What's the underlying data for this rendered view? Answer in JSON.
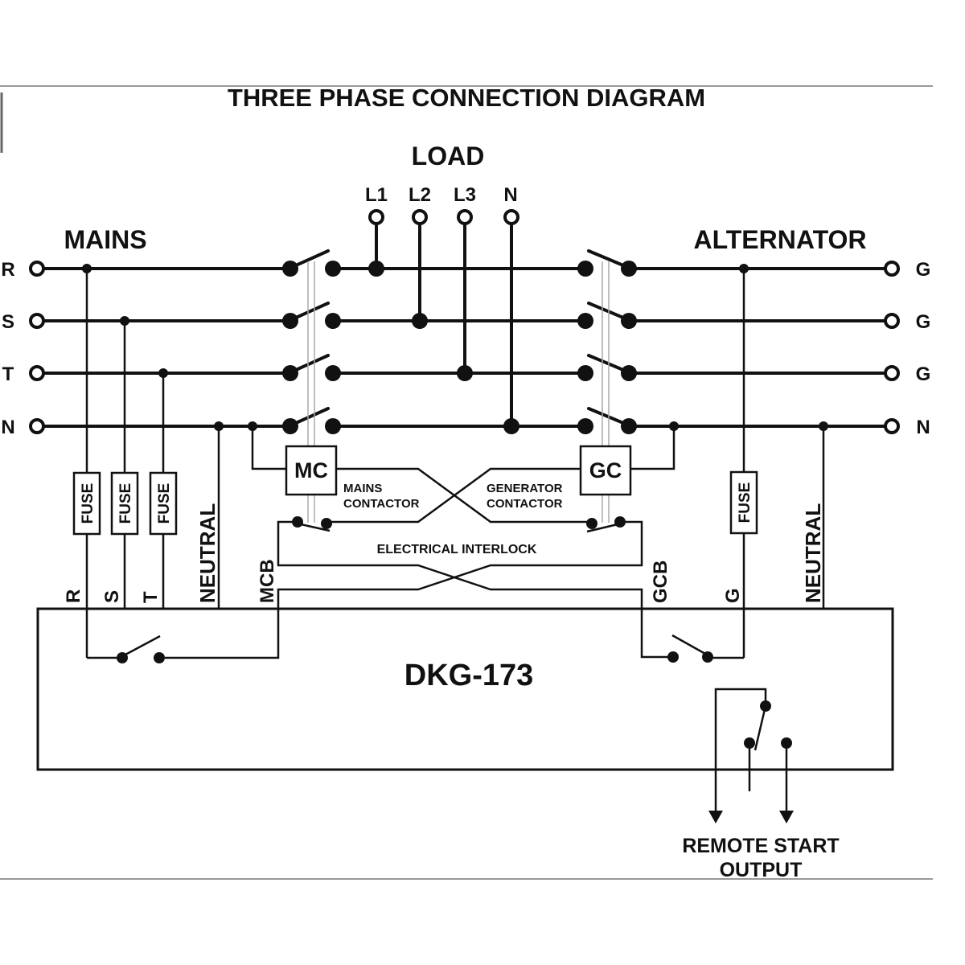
{
  "title": "THREE PHASE CONNECTION DIAGRAM",
  "load": {
    "label": "LOAD",
    "terminals": [
      "L1",
      "L2",
      "L3",
      "N"
    ]
  },
  "mains": {
    "label": "MAINS",
    "lines": [
      "R",
      "S",
      "T",
      "N"
    ]
  },
  "alternator": {
    "label": "ALTERNATOR",
    "lines": [
      "G",
      "G",
      "G",
      "N"
    ]
  },
  "contactors": {
    "mc": {
      "label": "MC",
      "caption_line1": "MAINS",
      "caption_line2": "CONTACTOR"
    },
    "gc": {
      "label": "GC",
      "caption_line1": "GENERATOR",
      "caption_line2": "CONTACTOR"
    }
  },
  "interlock_label": "ELECTRICAL INTERLOCK",
  "fuse_label": "FUSE",
  "controller": {
    "name": "DKG-173",
    "inputs_left": [
      "R",
      "S",
      "T",
      "NEUTRAL",
      "MCB"
    ],
    "inputs_right": [
      "GCB",
      "G",
      "NEUTRAL"
    ]
  },
  "remote_start": {
    "line1": "REMOTE START",
    "line2": "OUTPUT"
  }
}
